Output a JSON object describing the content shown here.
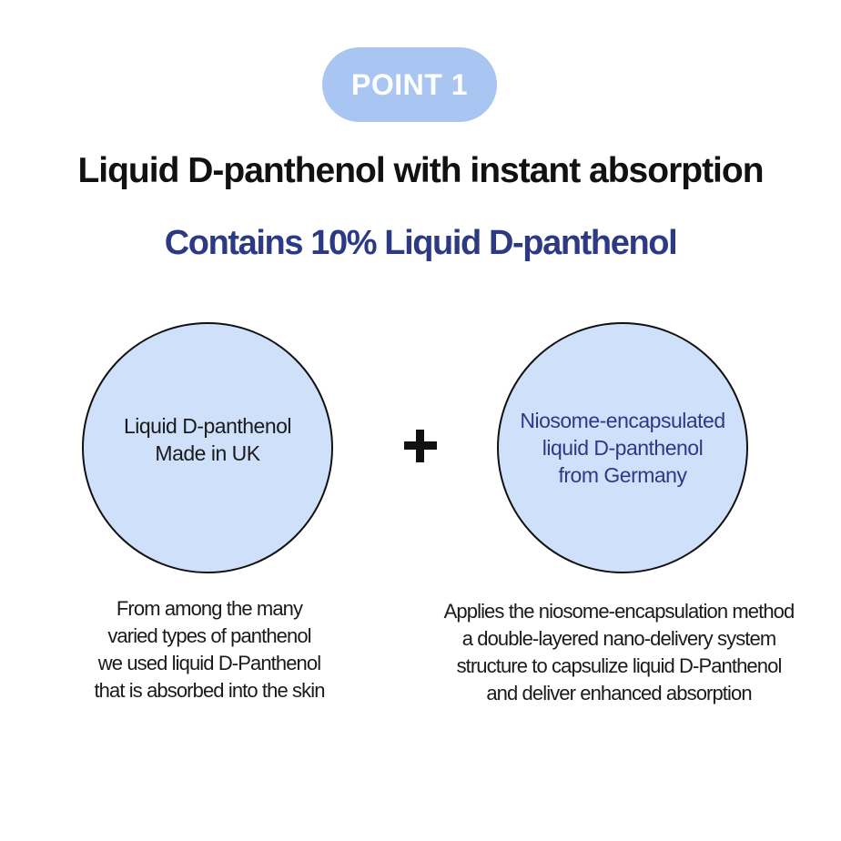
{
  "badge": {
    "label": "POINT 1"
  },
  "headline": "Liquid D-panthenol with instant absorption",
  "subheadline": "Contains 10% Liquid D-panthenol",
  "left_circle": {
    "lines": [
      "Liquid D-panthenol",
      "Made in UK"
    ]
  },
  "plus_icon": "plus-icon",
  "right_circle": {
    "lines": [
      "Niosome-encapsulated",
      "liquid D-panthenol",
      "from Germany"
    ]
  },
  "left_description": {
    "lines": [
      "From among the many",
      "varied types of panthenol",
      "we used liquid D-Panthenol",
      "that is absorbed into the skin"
    ]
  },
  "right_description": {
    "lines": [
      "Applies the niosome-encapsulation method",
      "a double-layered nano-delivery system",
      "structure to capsulize liquid D-Panthenol",
      "and deliver enhanced absorption"
    ]
  },
  "colors": {
    "badge_background": "#a9c5f1",
    "subheadline": "#2c3a86",
    "circle_fill": "#cfe0fb",
    "circle_border": "#111111",
    "right_circle_text": "#2c3a86"
  }
}
